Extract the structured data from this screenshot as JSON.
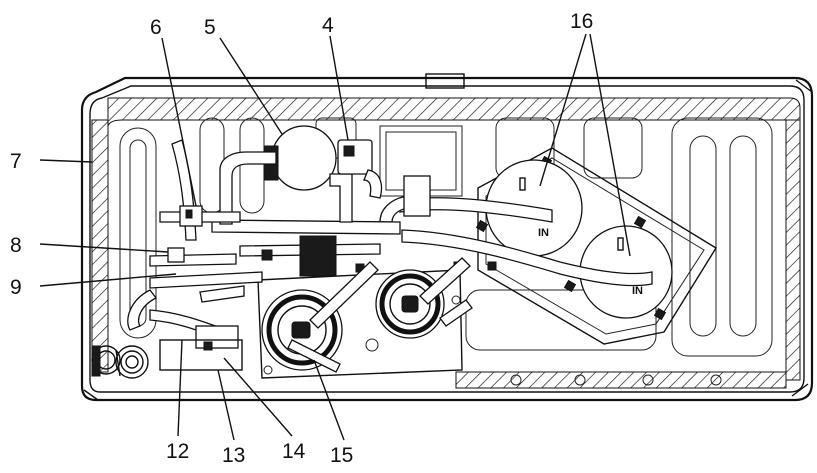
{
  "callouts": [
    {
      "id": "c16",
      "label": "16"
    },
    {
      "id": "c4",
      "label": "4"
    },
    {
      "id": "c5",
      "label": "5"
    },
    {
      "id": "c6",
      "label": "6"
    },
    {
      "id": "c7",
      "label": "7"
    },
    {
      "id": "c8",
      "label": "8"
    },
    {
      "id": "c9",
      "label": "9"
    },
    {
      "id": "c12",
      "label": "12"
    },
    {
      "id": "c13",
      "label": "13"
    },
    {
      "id": "c14",
      "label": "14"
    },
    {
      "id": "c15",
      "label": "15"
    }
  ],
  "tanks": [
    {
      "id": "tank-1",
      "port_label": "IN"
    },
    {
      "id": "tank-2",
      "port_label": "IN"
    }
  ],
  "colors": {
    "line": "#111111",
    "background": "#ffffff"
  }
}
